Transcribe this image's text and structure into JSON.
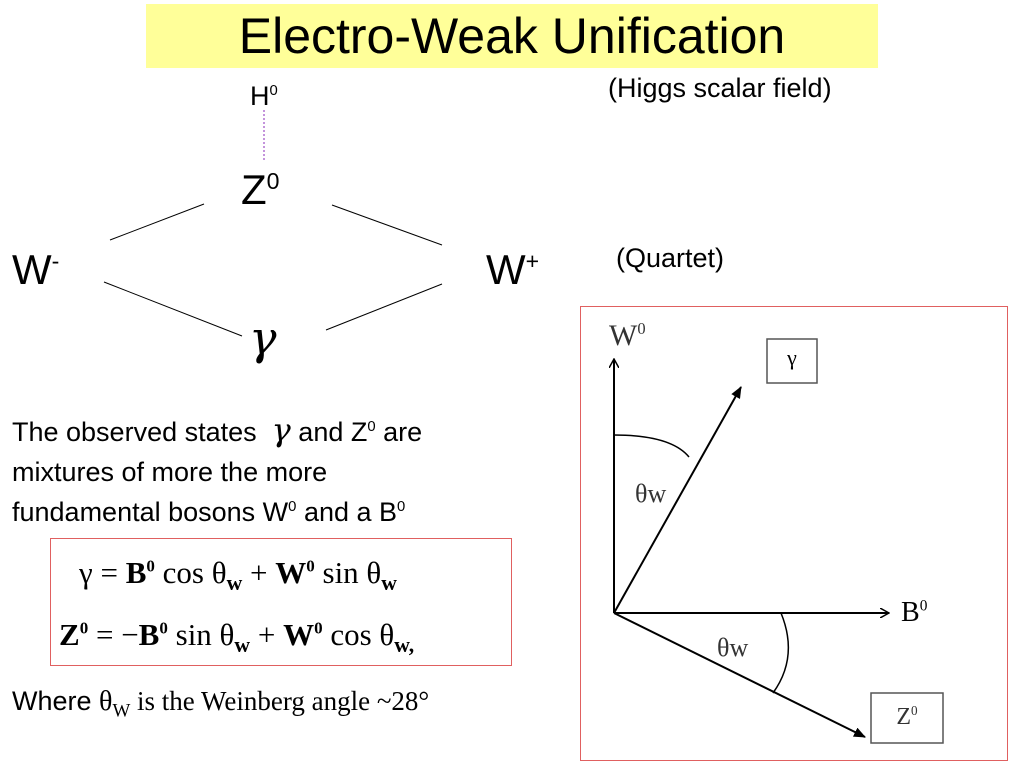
{
  "title": "Electro-Weak Unification",
  "higgs_note": "(Higgs scalar field)",
  "quartet_note": "(Quartet)",
  "quartet": {
    "h": {
      "base": "H",
      "sup": "0"
    },
    "z": {
      "base": "Z",
      "sup": "0"
    },
    "w_minus": {
      "base": "W",
      "sup": "-"
    },
    "w_plus": {
      "base": "W",
      "sup": "+"
    },
    "gamma": "γ"
  },
  "paragraph": {
    "l1_a": "The observed states",
    "gamma": "γ",
    "l1_b": "and Z",
    "l1_sup": "0",
    "l1_c": " are",
    "l2": "mixtures of more the more",
    "l3_a": "fundamental bosons  W",
    "l3_sup1": "0",
    "l3_b": " and a B",
    "l3_sup2": "0"
  },
  "equations": {
    "eq1": {
      "lhs": "γ",
      "eq": "=",
      "b": "B",
      "b_sup": "0",
      "cos": "cos θ",
      "w_sub": "w",
      "plus": "+",
      "w": "W",
      "w_sup": "0",
      "sin": "sin θ",
      "w_sub2": "w"
    },
    "eq2": {
      "lhs": "Z",
      "lhs_sup": "0",
      "eq": "=",
      "minus": "−",
      "b": "B",
      "b_sup": "0",
      "sin": "sin θ",
      "w_sub": "w",
      "plus": "+",
      "w": "W",
      "w_sup": "0",
      "cos": "cos θ",
      "w_sub2": "w,"
    }
  },
  "where": {
    "a": "Where ",
    "theta": "θ",
    "sub": "W",
    "b": " is the Weinberg angle ~28°"
  },
  "figure": {
    "w0_base": "W",
    "w0_sup": "0",
    "gamma_box": "γ",
    "theta_w_upper": "θw",
    "b0_base": "B",
    "b0_sup": "0",
    "theta_w_lower": "θw",
    "z0_box_base": "Z",
    "z0_box_sup": "0"
  }
}
